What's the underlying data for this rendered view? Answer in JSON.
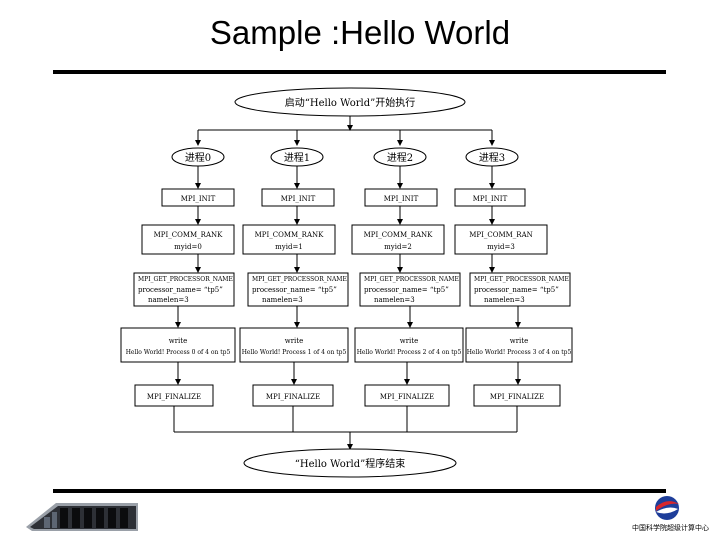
{
  "slide": {
    "title": "Sample :Hello World"
  },
  "flow": {
    "start": "启动“Hello World”开始执行",
    "end": "“Hello World”程序结束",
    "processes": [
      {
        "label": "进程0",
        "init": "MPI_INIT",
        "rank": "MPI_COMM_RANK",
        "myid": "myid=0",
        "getname": "MPI_GET_PROCESSOR_NAME",
        "procname": "processor_name= “tp5”",
        "namelen": "namelen=3",
        "write": "write",
        "output": "Hello World! Process 0 of 4 on tp5",
        "finalize": "MPI_FINALIZE"
      },
      {
        "label": "进程1",
        "init": "MPI_INIT",
        "rank": "MPI_COMM_RANK",
        "myid": "myid=1",
        "getname": "MPI_GET_PROCESSOR_NAME",
        "procname": "processor_name= “tp5”",
        "namelen": "namelen=3",
        "write": "write",
        "output": "Hello World! Process 1 of 4 on tp5",
        "finalize": "MPI_FINALIZE"
      },
      {
        "label": "进程2",
        "init": "MPI_INIT",
        "rank": "MPI_COMM_RANK",
        "myid": "myid=2",
        "getname": "MPI_GET_PROCESSOR_NAME",
        "procname": "processor_name= “tp5”",
        "namelen": "namelen=3",
        "write": "write",
        "output": "Hello World! Process 2 of 4 on tp5",
        "finalize": "MPI_FINALIZE"
      },
      {
        "label": "进程3",
        "init": "MPI_INIT",
        "rank": "MPI_COMM_RAN",
        "myid": "myid=3",
        "getname": "MPI_GET_PROCESSOR_NAME",
        "procname": "processor_name= “tp5”",
        "namelen": "namelen=3",
        "write": "write",
        "output": "Hello World! Process 3 of 4 on tp5",
        "finalize": "MPI_FINALIZE"
      }
    ]
  },
  "footer": {
    "logo_icon": "sccas-logo-icon",
    "logo_text": "中国科学院超级计算中心",
    "decor_icon": "server-racks-icon"
  }
}
